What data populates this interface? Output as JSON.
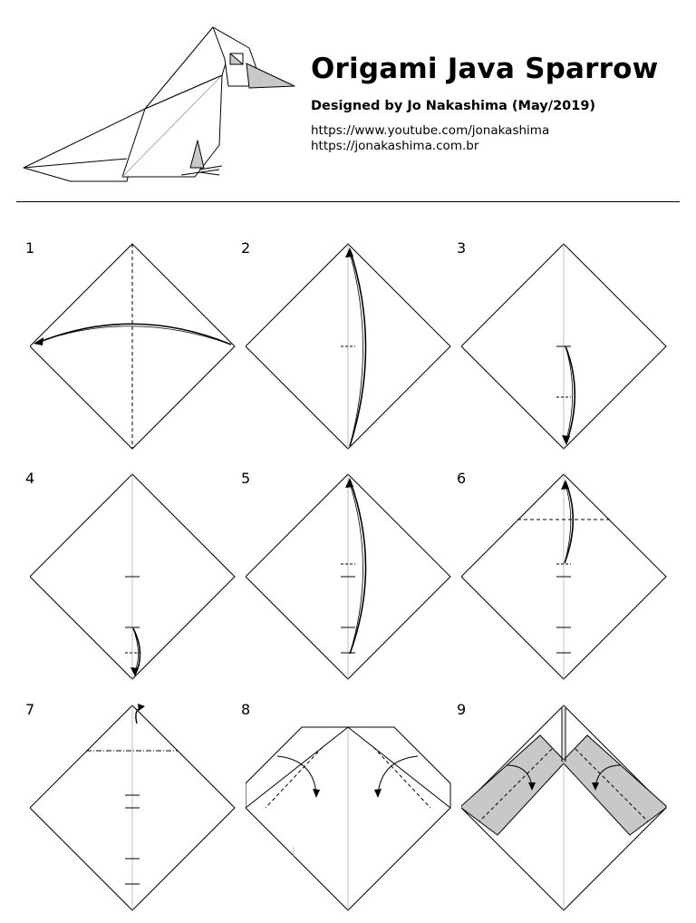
{
  "header": {
    "title": "Origami Java Sparrow",
    "designer": "Designed by Jo Nakashima (May/2019)",
    "links": [
      "https://www.youtube.com/jonakashima",
      "https://jonakashima.com.br"
    ]
  },
  "steps": [
    "1",
    "2",
    "3",
    "4",
    "5",
    "6",
    "7",
    "8",
    "9"
  ],
  "colors": {
    "line": "#000000",
    "shade": "#c8c8c8",
    "paper": "#ffffff",
    "faint": "#b0b0b0"
  }
}
